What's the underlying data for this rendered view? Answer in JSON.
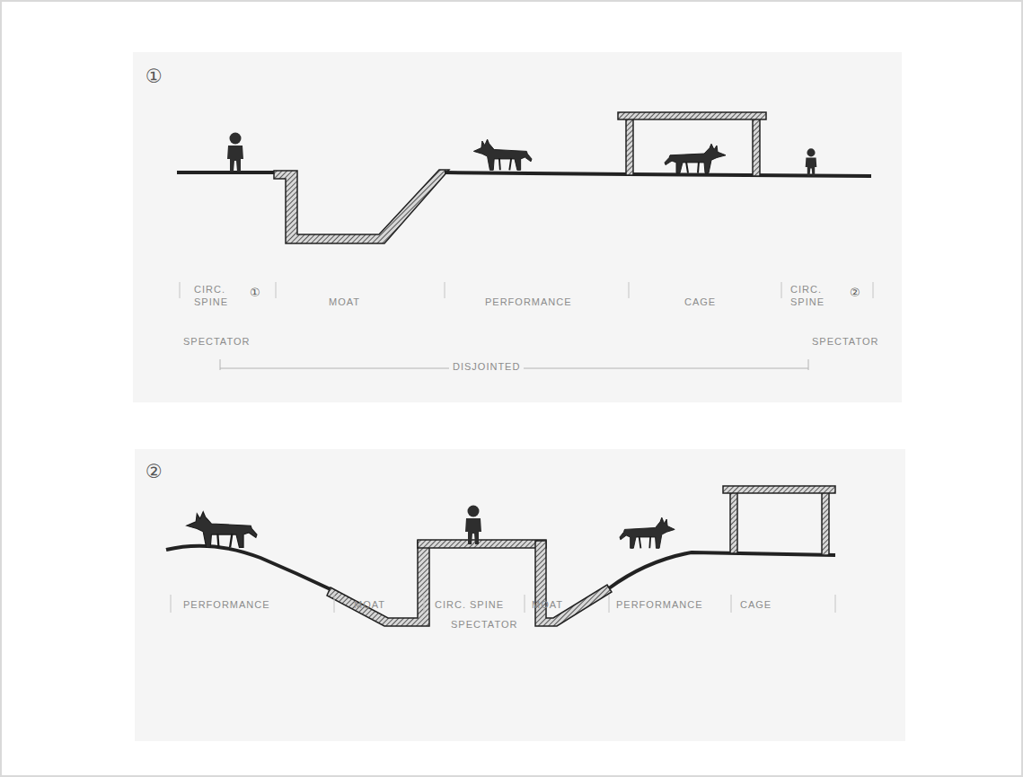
{
  "diagram": {
    "labels": [
      "①",
      "CIRC. SPINE",
      "①",
      "SPECTATOR",
      "MOAT",
      "PERFORMANCE",
      "CAGE",
      "CIRC. SPINE",
      "②",
      "SPECTATOR",
      "DISJOINTED",
      "②",
      "PERFORMANCE",
      "MOAT",
      "CIRC. SPINE",
      "SPECTATOR",
      "MOAT",
      "PERFORMANCE",
      "CAGE"
    ]
  }
}
